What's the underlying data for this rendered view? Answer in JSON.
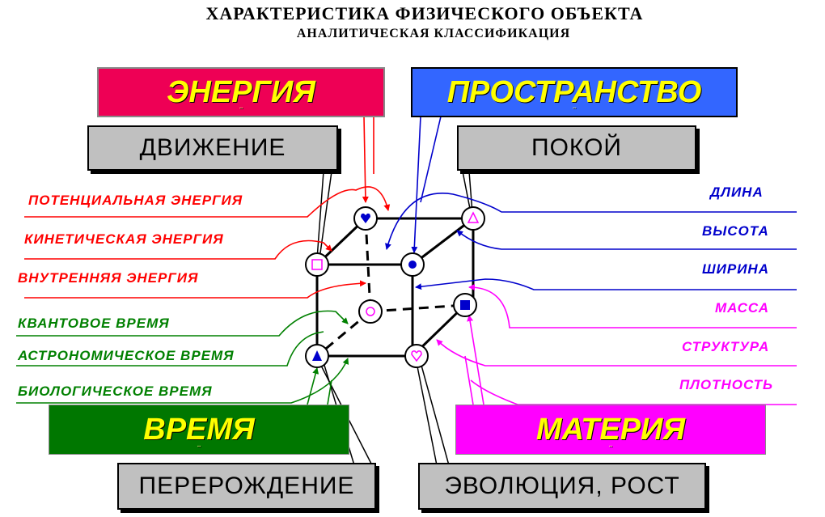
{
  "header": {
    "title": "ХАРАКТЕРИСТИКА  ФИЗИЧЕСКОГО ОБЪЕКТА",
    "subtitle": "АНАЛИТИЧЕСКАЯ КЛАССИФИКАЦИЯ"
  },
  "categories": {
    "energy": "ЭНЕРГИЯ",
    "space": "ПРОСТРАНСТВО",
    "time": "ВРЕМЯ",
    "matter": "МАТЕРИЯ",
    "mark": "¨"
  },
  "states": {
    "motion": "ДВИЖЕНИЕ",
    "rest": "ПОКОЙ",
    "rebirth": "ПЕРЕРОЖДЕНИЕ",
    "evolution": "ЭВОЛЮЦИЯ,  РОСТ"
  },
  "energy_items": [
    "ПОТЕНЦИАЛЬНАЯ  ЭНЕРГИЯ",
    "КИНЕТИЧЕСКАЯ  ЭНЕРГИЯ",
    "ВНУТРЕННЯЯ ЭНЕРГИЯ"
  ],
  "time_items": [
    "КВАНТОВОЕ  ВРЕМЯ",
    "АСТРОНОМИЧЕСКОЕ  ВРЕМЯ",
    "БИОЛОГИЧЕСКОЕ  ВРЕМЯ"
  ],
  "space_items": [
    "ДЛИНА",
    "ВЫСОТА",
    "ШИРИНА"
  ],
  "matter_items": [
    "МАССА",
    "СТРУКТУРА",
    "ПЛОТНОСТЬ"
  ],
  "colors": {
    "energy": "#ee0055",
    "space": "#3366ff",
    "time": "#007700",
    "matter": "#ff00ff",
    "state_boxes": "#c0c0c0",
    "category_text": "#ffff00"
  },
  "node_icons": [
    "heart-icon",
    "triangle-icon",
    "square-icon",
    "circle-dot-icon",
    "ring-icon",
    "filled-square-icon",
    "filled-triangle-icon",
    "heart-outline-icon"
  ]
}
